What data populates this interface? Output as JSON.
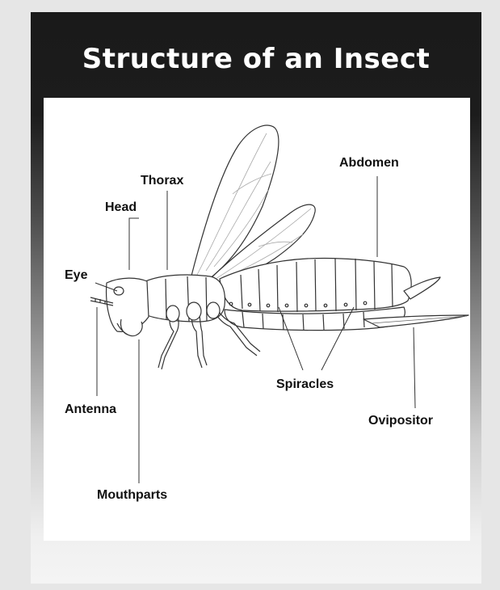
{
  "title": "Structure of an Insect",
  "labels": {
    "thorax": "Thorax",
    "head": "Head",
    "eye": "Eye",
    "antenna": "Antenna",
    "mouthparts": "Mouthparts",
    "abdomen": "Abdomen",
    "spiracles": "Spiracles",
    "ovipositor": "Ovipositor"
  },
  "colors": {
    "header_dark": "#1a1a1a",
    "background": "#e6e6e6",
    "panel": "#ffffff",
    "line": "#222222"
  }
}
